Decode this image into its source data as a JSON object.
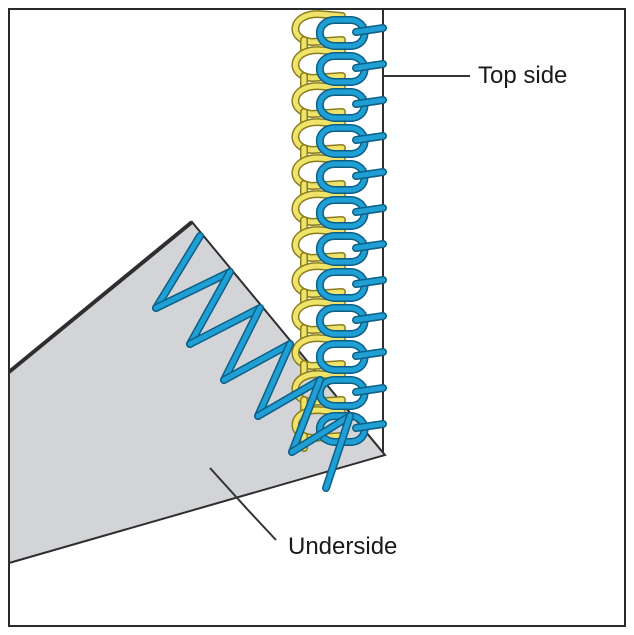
{
  "labels": {
    "top_side": "Top side",
    "underside": "Underside"
  },
  "colors": {
    "background": "#ffffff",
    "border": "#2a2a2a",
    "fabric_fill": "#d2d4d7",
    "fabric_edge": "#2e2e2e",
    "bobbin_thread": "#f0e36a",
    "bobbin_outline": "#8a7d1e",
    "needle_thread": "#1f9fd3",
    "needle_outline": "#0d5f86",
    "leader_line": "#333333"
  },
  "stitch_chain": {
    "loop_count": 12,
    "zigzag_count": 6
  }
}
